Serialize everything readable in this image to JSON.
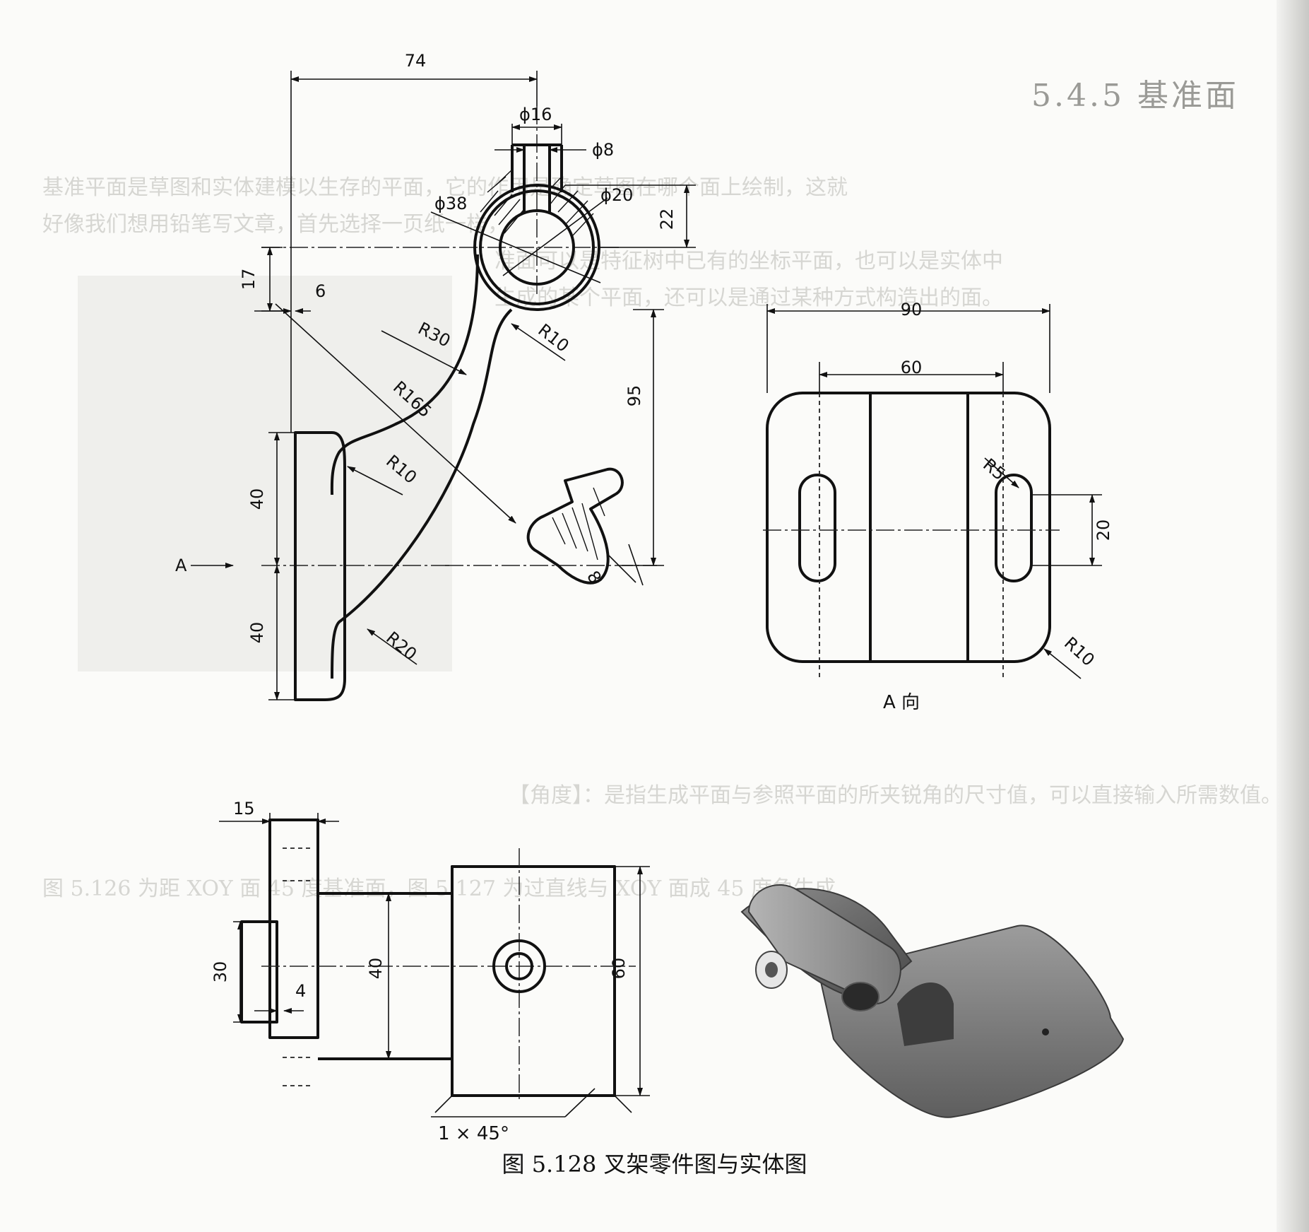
{
  "section_heading": "5.4.5 基准面",
  "caption": "图 5.128    叉架零件图与实体图",
  "front_view": {
    "dimensions": {
      "d74": "74",
      "d16": "ϕ16",
      "d8": "ϕ8",
      "d20": "ϕ20",
      "d38": "ϕ38",
      "d22": "22",
      "d17": "17",
      "d6": "6",
      "r30": "R30",
      "r10a": "R10",
      "r165": "R165",
      "r10b": "R10",
      "d95": "95",
      "d40a": "40",
      "d40b": "40",
      "r20": "R20",
      "d8b": "8"
    },
    "arrow_label": "A"
  },
  "side_view": {
    "dimensions": {
      "d90": "90",
      "d60": "60",
      "r5": "R5",
      "d20": "20",
      "r10": "R10"
    },
    "view_label": "A 向"
  },
  "top_view": {
    "dimensions": {
      "d15": "15",
      "d30": "30",
      "d4": "4",
      "d40": "40",
      "d60": "60",
      "chamfer": "1 × 45°"
    }
  },
  "render_3d": {
    "kind": "shaded-part-image"
  },
  "background_text_faint": [
    "基准平面是草图和实体建模以生存的平面，它的作用是确定草图在哪个面上绘制，这就",
    "好像我们想用铅笔写文章，首先选择一页纸一样，",
    "准面可以是特征树中已有的坐标平面，也可以是实体中",
    "生成的某个平面，还可以是通过某种方式构造出的面。",
    "【角度】：是指生成平面与参照平面的所夹锐角的尺寸值，可以直接输入所需数值。",
    "图 5.126 为距 XOY 面 45 度基准面，图 5.127 为过直线与 XOY 面成 45 度角生成"
  ],
  "colors": {
    "ink": "#111111",
    "paper": "#fbfbf9",
    "ghost": "#d6d6d2"
  }
}
